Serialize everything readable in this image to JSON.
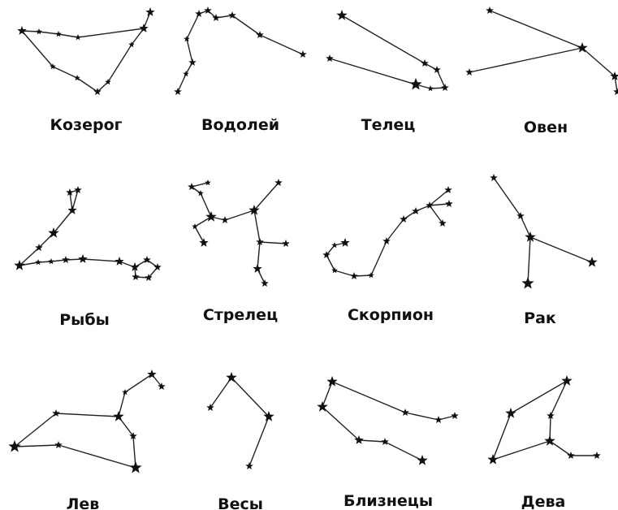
{
  "colors": {
    "ink": "#111111",
    "line": "#222222",
    "background": "#ffffff"
  },
  "constellations": [
    {
      "name": "Козерог"
    },
    {
      "name": "Водолей"
    },
    {
      "name": "Телец"
    },
    {
      "name": "Овен"
    },
    {
      "name": "Рыбы"
    },
    {
      "name": "Стрелец"
    },
    {
      "name": "Скорпион"
    },
    {
      "name": "Рак"
    },
    {
      "name": "Лев"
    },
    {
      "name": "Весы"
    },
    {
      "name": "Близнецы"
    },
    {
      "name": "Дева"
    }
  ]
}
